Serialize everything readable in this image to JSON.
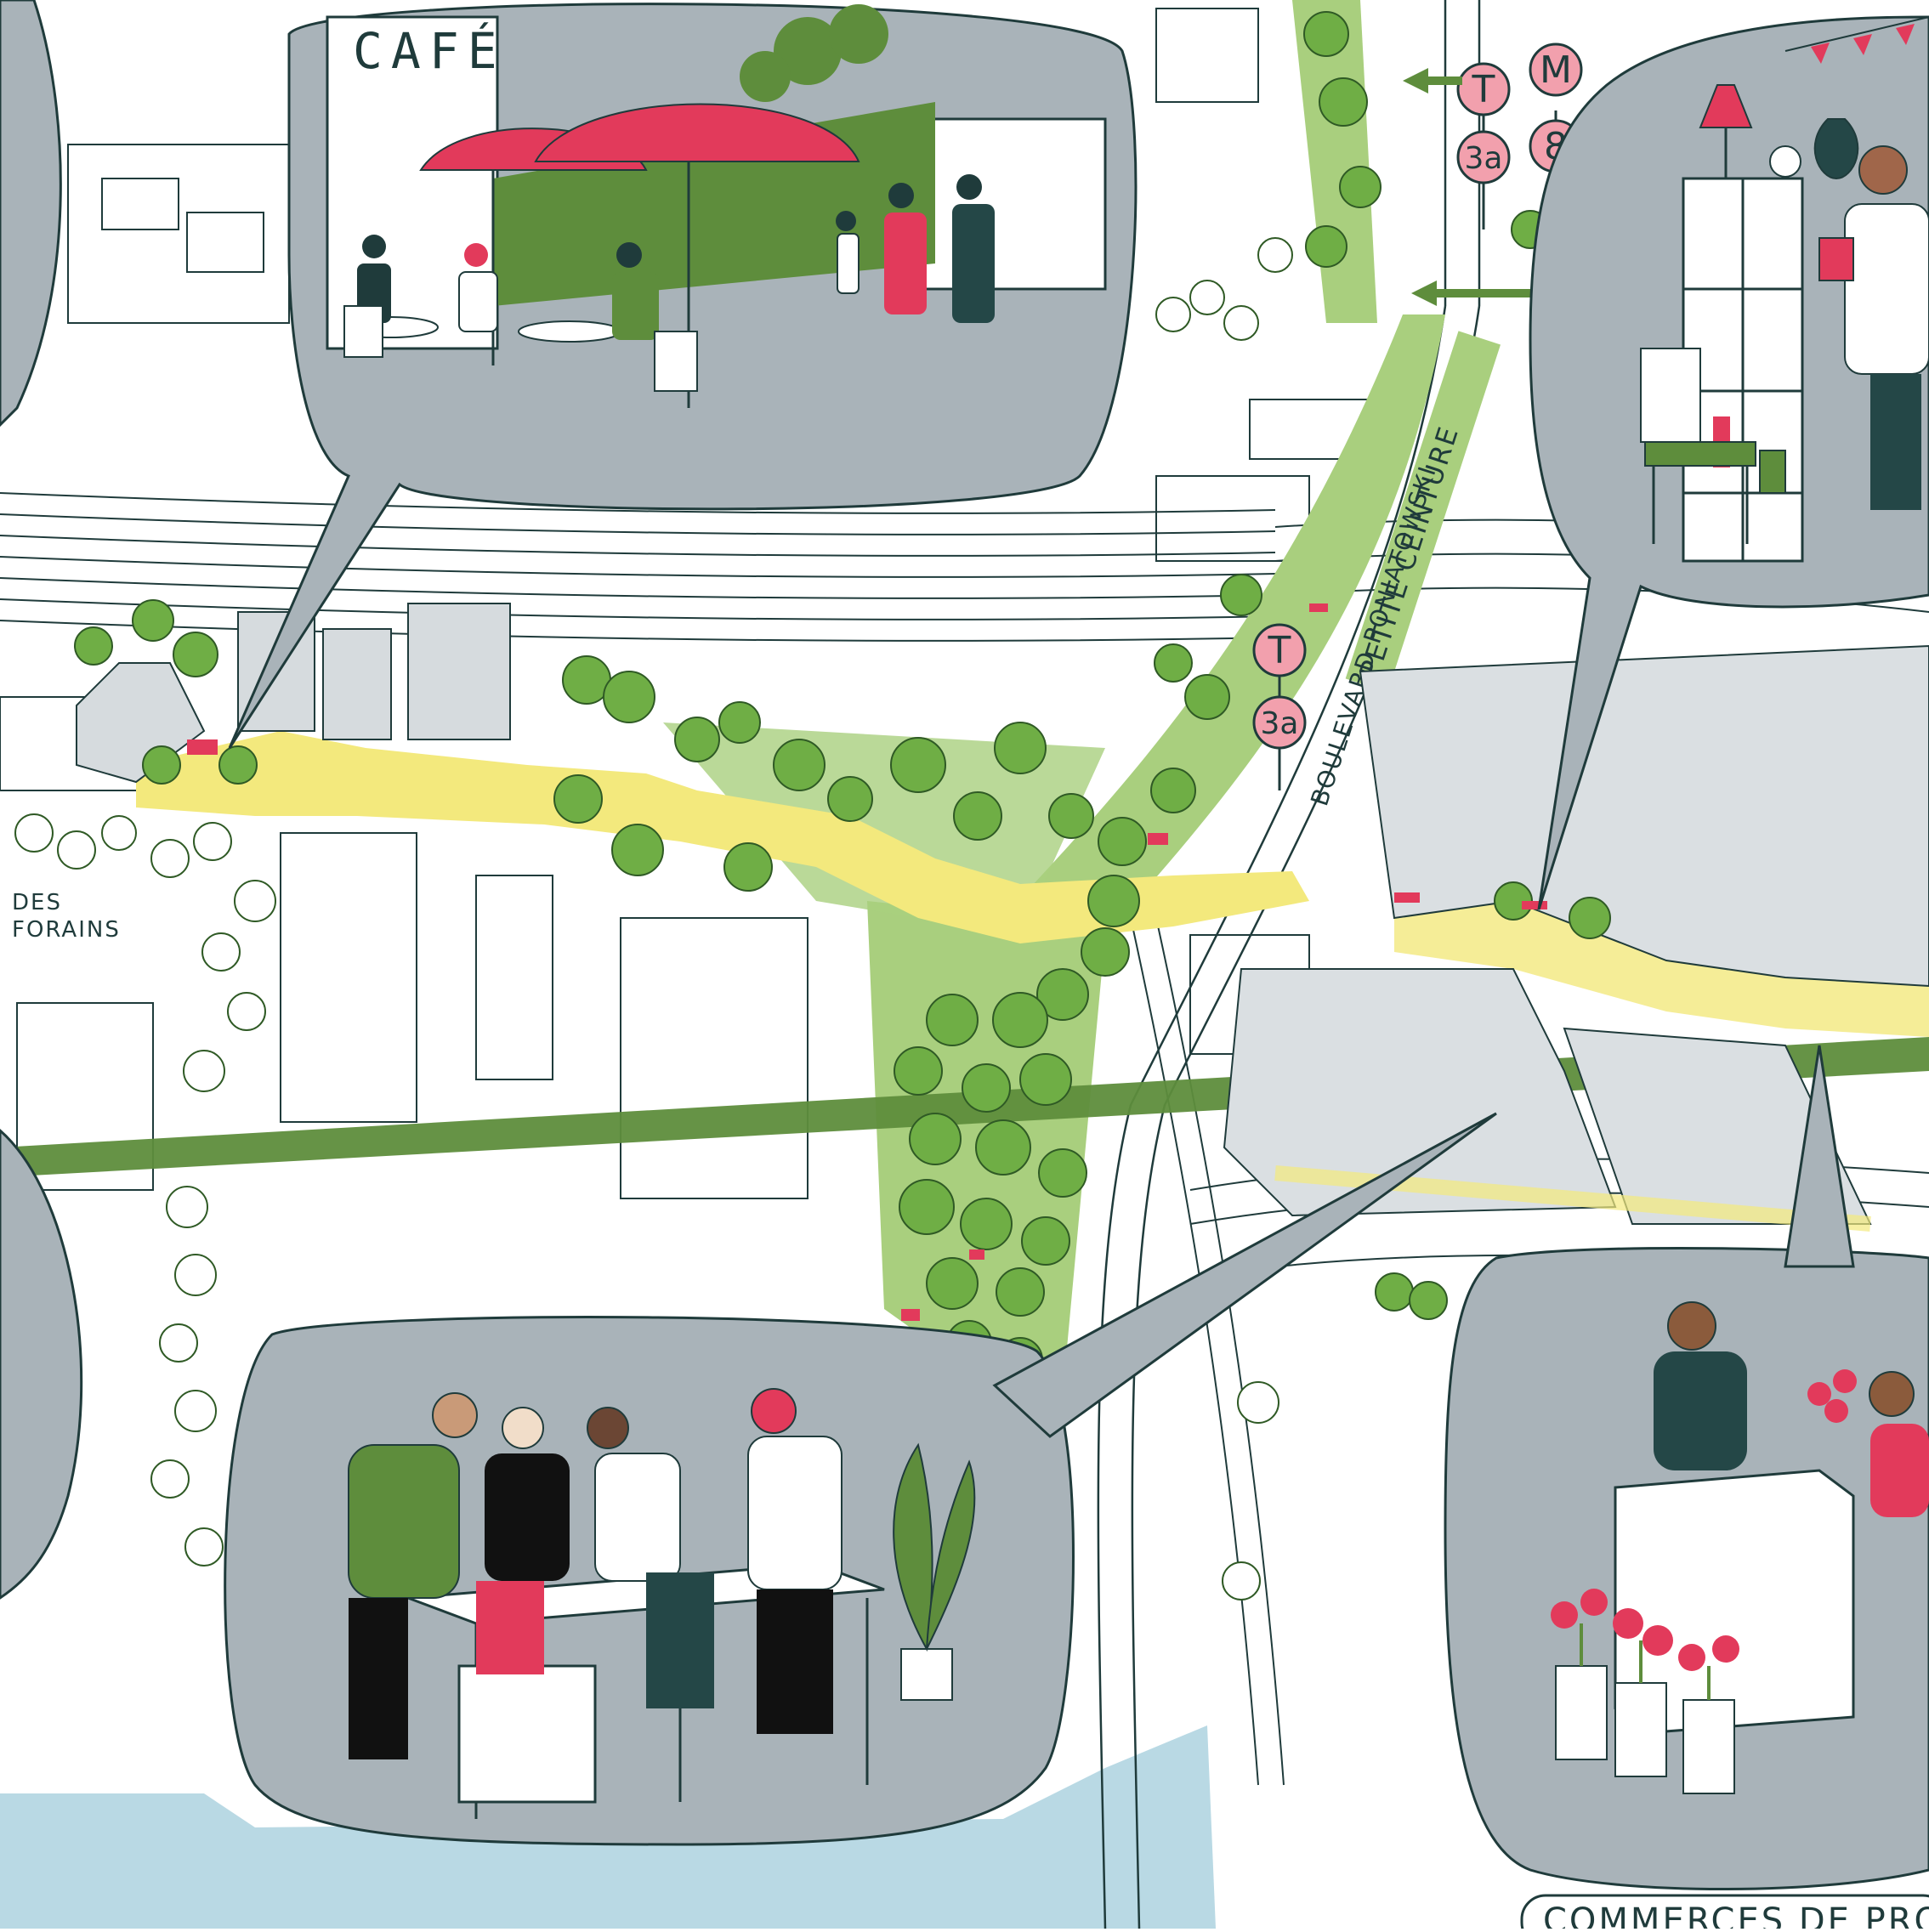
{
  "labels": {
    "cafe": "CAFÉ",
    "district_line1": "DES",
    "district_line2": "FORAINS",
    "street_1": "PETITE CEINTURE",
    "street_2": "BOULEVARD PONIATOWSKI"
  },
  "transit": {
    "stop_upper": [
      "T",
      "3a",
      "M",
      "8"
    ],
    "stop_lower": [
      "T",
      "3a"
    ]
  },
  "caption": "COMMERCES DE PROXIMIT",
  "vignettes": [
    "cafe-terrace",
    "shop-counter",
    "workshop-meeting",
    "flower-stall"
  ],
  "colors": {
    "bubble": "#a9b3b9",
    "promenade": "#f3e97d",
    "greenway": "#5e8d3c",
    "park": "#a9cf7e",
    "tree": "#6fae45",
    "accent_red": "#e23a5b",
    "stop_pink": "#f2a0ad",
    "river": "#b9d9e4",
    "line": "#1f3b3b"
  }
}
